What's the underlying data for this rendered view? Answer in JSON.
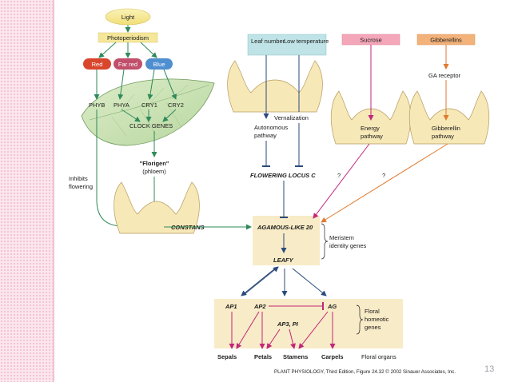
{
  "signals": {
    "light": "Light",
    "photoperiodism": "Photoperiodism",
    "red": "Red",
    "far_red": "Far red",
    "blue": "Blue",
    "leaf_number": "Leaf number",
    "low_temperature": "Low temperature",
    "sucrose": "Sucrose",
    "gibberellins": "Gibberellins",
    "ga_receptor": "GA receptor"
  },
  "photoreceptors": [
    "PHYB",
    "PHYA",
    "CRY1",
    "CRY2"
  ],
  "pathway_labels": {
    "clock_genes": "CLOCK GENES",
    "florigen_1": "\"Florigen\"",
    "florigen_2": "(phloem)",
    "inhibits_1": "Inhibits",
    "inhibits_2": "flowering",
    "vernalization": "Vernalization",
    "autonomous_1": "Autonomous",
    "autonomous_2": "pathway",
    "energy_1": "Energy",
    "energy_2": "pathway",
    "gibberellin_1": "Gibberellin",
    "gibberellin_2": "pathway",
    "flc": "FLOWERING LOCUS C",
    "q1": "?",
    "q2": "?",
    "constans": "CONSTANS"
  },
  "meristem": {
    "agl20": "AGAMOUS-LIKE 20",
    "leafy": "LEAFY",
    "label_1": "Meristem",
    "label_2": "identity genes"
  },
  "floral": {
    "ap1": "AP1",
    "ap2": "AP2",
    "ag": "AG",
    "ap3pi": "AP3, PI",
    "label_1": "Floral",
    "label_2": "homeotic",
    "label_3": "genes"
  },
  "organs": {
    "items": [
      "Sepals",
      "Petals",
      "Stamens",
      "Carpels"
    ],
    "label": "Floral organs"
  },
  "credit": "PLANT PHYSIOLOGY, Third Edition, Figure 24.32  © 2002 Sinauer Associates, Inc.",
  "page_number": "13",
  "colors": {
    "light_box": "#f5e79a",
    "red": "#d9462e",
    "far_red": "#c0506b",
    "blue": "#4f8fd0",
    "teal_box": "#bfe3e6",
    "pink_box": "#f4a7b9",
    "orange_box": "#f2b27a",
    "meristem_panel": "#f8ebc7",
    "green_arrow": "#2f8a5a",
    "navy_arrow": "#2b4a7a",
    "magenta_arrow": "#c2267a",
    "orange_arrow": "#e07a2e"
  }
}
